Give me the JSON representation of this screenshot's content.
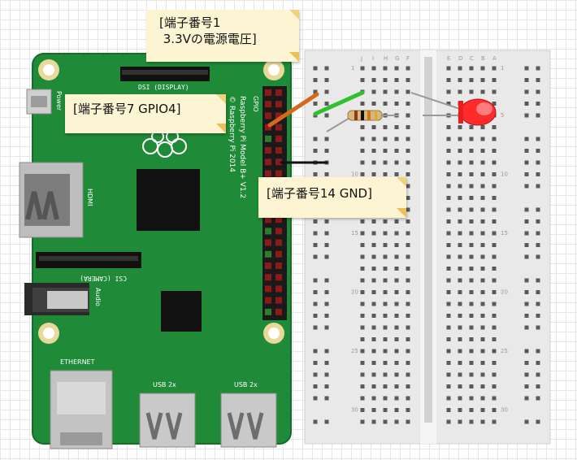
{
  "board": {
    "power_label": "Power",
    "dsi_label": "DSI (DISPLAY)",
    "gpio_label": "GPIO",
    "model_label": "Raspberry Pi Model B+ V1.2",
    "copyright_label": "© Raspberry Pi 2014",
    "hdmi_label": "HDMI",
    "csi_label": "CSI (CAMERA)",
    "audio_label": "Audio",
    "ethernet_label": "ETHERNET",
    "usb1_label": "USB 2x",
    "usb2_label": "USB 2x",
    "colors": {
      "pcb": "#1f8a37",
      "header_pin": "#8b1a1a",
      "gnd_pin": "#2d7d2d"
    }
  },
  "breadboard": {
    "column_letters_left": [
      "J",
      "I",
      "H",
      "G",
      "F"
    ],
    "column_letters_right": [
      "E",
      "D",
      "C",
      "B",
      "A"
    ],
    "row_numbers": [
      "1",
      "5",
      "10",
      "15",
      "20",
      "25",
      "30"
    ]
  },
  "notes": {
    "power_line1": "[端子番号1",
    "power_line2": " 3.3Vの電源電圧]",
    "gpio_note": "[端子番号7 GPIO4]",
    "gnd_note": "[端子番号14 GND]"
  },
  "wire_colors": {
    "gpio": "#d2691e",
    "jumper": "#2fc12f",
    "gnd": "#111111",
    "lead": "#9a9a9a"
  },
  "led_color": "#ff2a2a"
}
